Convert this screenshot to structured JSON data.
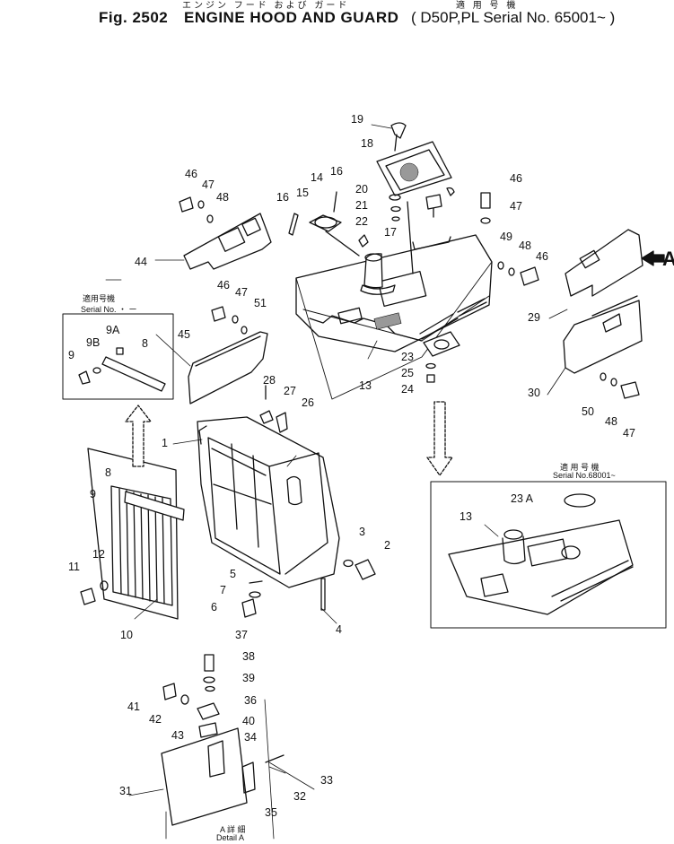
{
  "header": {
    "jp_title": "エンジン フード および ガード",
    "fig_number": "Fig. 2502",
    "title": "ENGINE HOOD AND GUARD",
    "jp_applicable": "適 用 号 機",
    "serial": "D50P,PL Serial No. 65001~"
  },
  "notes": {
    "inset_left_jp": "適用号機",
    "inset_left_serial": "Serial No.  ・ ー",
    "inset_right_jp": "適 用 号 機",
    "inset_right_serial": "Serial No.68001~",
    "detail_jp": "A 詳 細",
    "detail_en": "Detail A",
    "view_a": "A"
  },
  "callouts": [
    "1",
    "2",
    "3",
    "4",
    "5",
    "6",
    "7",
    "8",
    "8",
    "9",
    "9",
    "9A",
    "9B",
    "10",
    "11",
    "12",
    "13",
    "13",
    "14",
    "15",
    "16",
    "16",
    "17",
    "18",
    "19",
    "20",
    "21",
    "22",
    "23",
    "23 A",
    "24",
    "25",
    "26",
    "27",
    "28",
    "29",
    "30",
    "31",
    "32",
    "33",
    "34",
    "35",
    "36",
    "37",
    "38",
    "39",
    "40",
    "41",
    "42",
    "43",
    "44",
    "45",
    "46",
    "46",
    "46",
    "46",
    "47",
    "47",
    "47",
    "47",
    "48",
    "48",
    "48",
    "49",
    "50",
    "51"
  ]
}
